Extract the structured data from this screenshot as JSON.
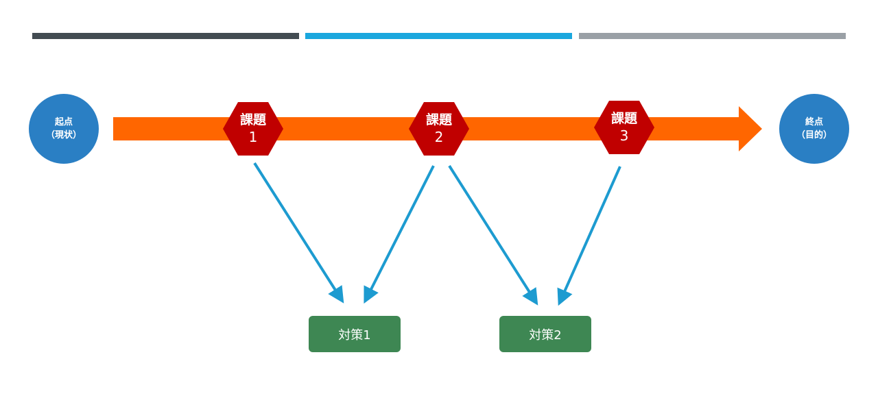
{
  "colors": {
    "bar1": "#434c52",
    "bar2": "#1ba7de",
    "bar3": "#9aa0a6",
    "main_arrow": "#ff6600",
    "circle": "#2a7fc4",
    "hexagon": "#c00000",
    "connector": "#1d9bd0",
    "box": "#3e8753"
  },
  "start": {
    "line1": "起点",
    "line2": "（現状）"
  },
  "end": {
    "line1": "終点",
    "line2": "（目的）"
  },
  "issues": [
    {
      "label": "課題",
      "number": "1"
    },
    {
      "label": "課題",
      "number": "2"
    },
    {
      "label": "課題",
      "number": "3"
    }
  ],
  "measures": [
    {
      "label": "対策1"
    },
    {
      "label": "対策2"
    }
  ],
  "connections": [
    {
      "from": "課題1",
      "to": "対策1"
    },
    {
      "from": "課題2",
      "to": "対策1"
    },
    {
      "from": "課題2",
      "to": "対策2"
    },
    {
      "from": "課題3",
      "to": "対策2"
    }
  ]
}
